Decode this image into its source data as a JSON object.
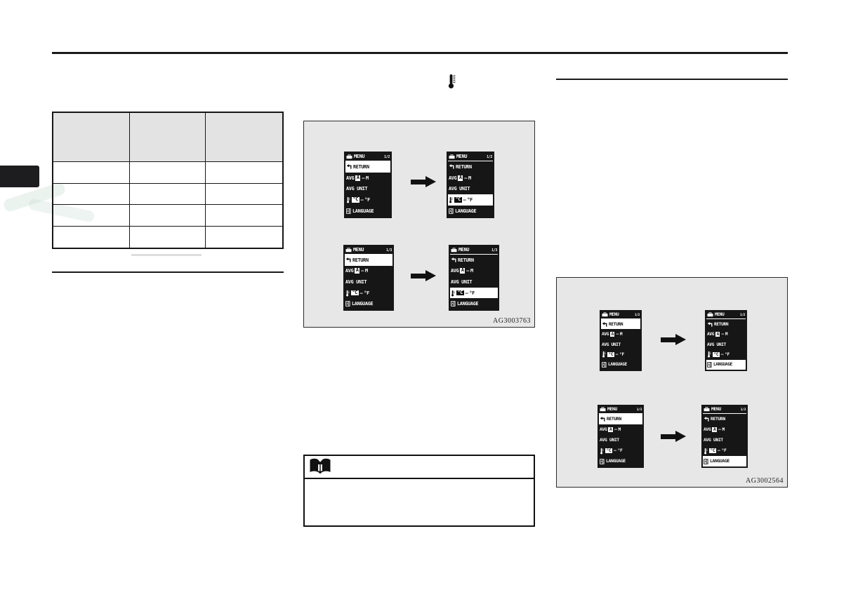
{
  "figures": {
    "middle_label": "AG3003763",
    "right_label": "AG3002564"
  },
  "screen_labels": {
    "menu": "MENU",
    "return_item": "RETURN",
    "avg": "AVG",
    "avg_value": "A",
    "dash": "–",
    "avg_alt": "M",
    "avg_unit": "AVG UNIT",
    "temp_value": "°C",
    "temp_alt": "°F",
    "language": "LANGUAGE"
  },
  "screens": [
    {
      "id": "middle-top-left",
      "page": "1/2",
      "highlight": "return"
    },
    {
      "id": "middle-top-right",
      "page": "1/2",
      "highlight": "temp"
    },
    {
      "id": "middle-bottom-left",
      "page": "1/3",
      "highlight": "return"
    },
    {
      "id": "middle-bottom-right",
      "page": "1/3",
      "highlight": "temp"
    },
    {
      "id": "right-top-left",
      "page": "1/2",
      "highlight": "return"
    },
    {
      "id": "right-top-right",
      "page": "1/2",
      "highlight": "language"
    },
    {
      "id": "right-bottom-left",
      "page": "1/3",
      "highlight": "return"
    },
    {
      "id": "right-bottom-right",
      "page": "1/3",
      "highlight": "language"
    }
  ],
  "table": {
    "columns": 3,
    "body_rows": 4
  }
}
